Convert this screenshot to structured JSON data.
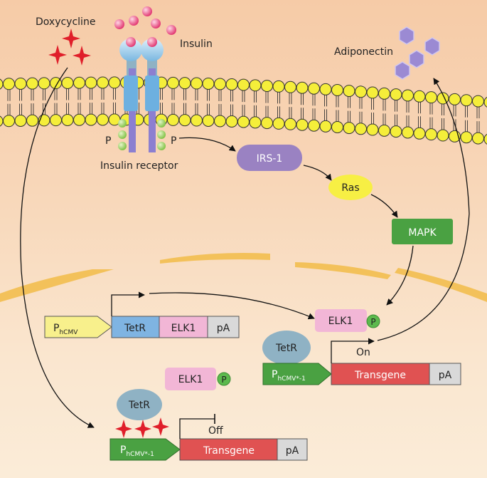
{
  "labels": {
    "doxycycline": "Doxycycline",
    "insulin": "Insulin",
    "adiponectin": "Adiponectin",
    "insulin_receptor": "Insulin receptor",
    "p": "P",
    "irs1": "IRS-1",
    "ras": "Ras",
    "mapk": "MAPK",
    "on": "On",
    "off": "Off"
  },
  "constructs": {
    "tetr_elk1": {
      "promoter": "P",
      "promoter_sub": "hCMV",
      "tetr": "TetR",
      "elk1": "ELK1",
      "pa": "pA"
    },
    "transgene_on": {
      "promoter": "P",
      "promoter_sub": "hCMV*-1",
      "transgene": "Transgene",
      "pa": "pA",
      "tetr": "TetR",
      "elk1": "ELK1",
      "p": "P"
    },
    "transgene_off": {
      "promoter": "P",
      "promoter_sub": "hCMV*-1",
      "transgene": "Transgene",
      "pa": "pA",
      "tetr": "TetR",
      "elk1": "ELK1",
      "p": "P"
    }
  },
  "colors": {
    "lipid_head": "#f5ee3a",
    "irs1": "#9a82c2",
    "ras": "#f7ef44",
    "mapk": "#4aa142",
    "tetr_block": "#7fb4e2",
    "elk1": "#f2b6d6",
    "promoter_hcmv": "#f8f08c",
    "promoter_hcmv_star": "#4aa142",
    "transgene": "#e05252",
    "pa": "#d9d9d9",
    "tetr_protein": "#8fb2c4",
    "phospho": "#5cb94d",
    "doxycycline": "#e01e2a",
    "insulin": "#e8487a",
    "adiponectin": "#9b8ad3",
    "nucleus": "#f3c15a"
  }
}
